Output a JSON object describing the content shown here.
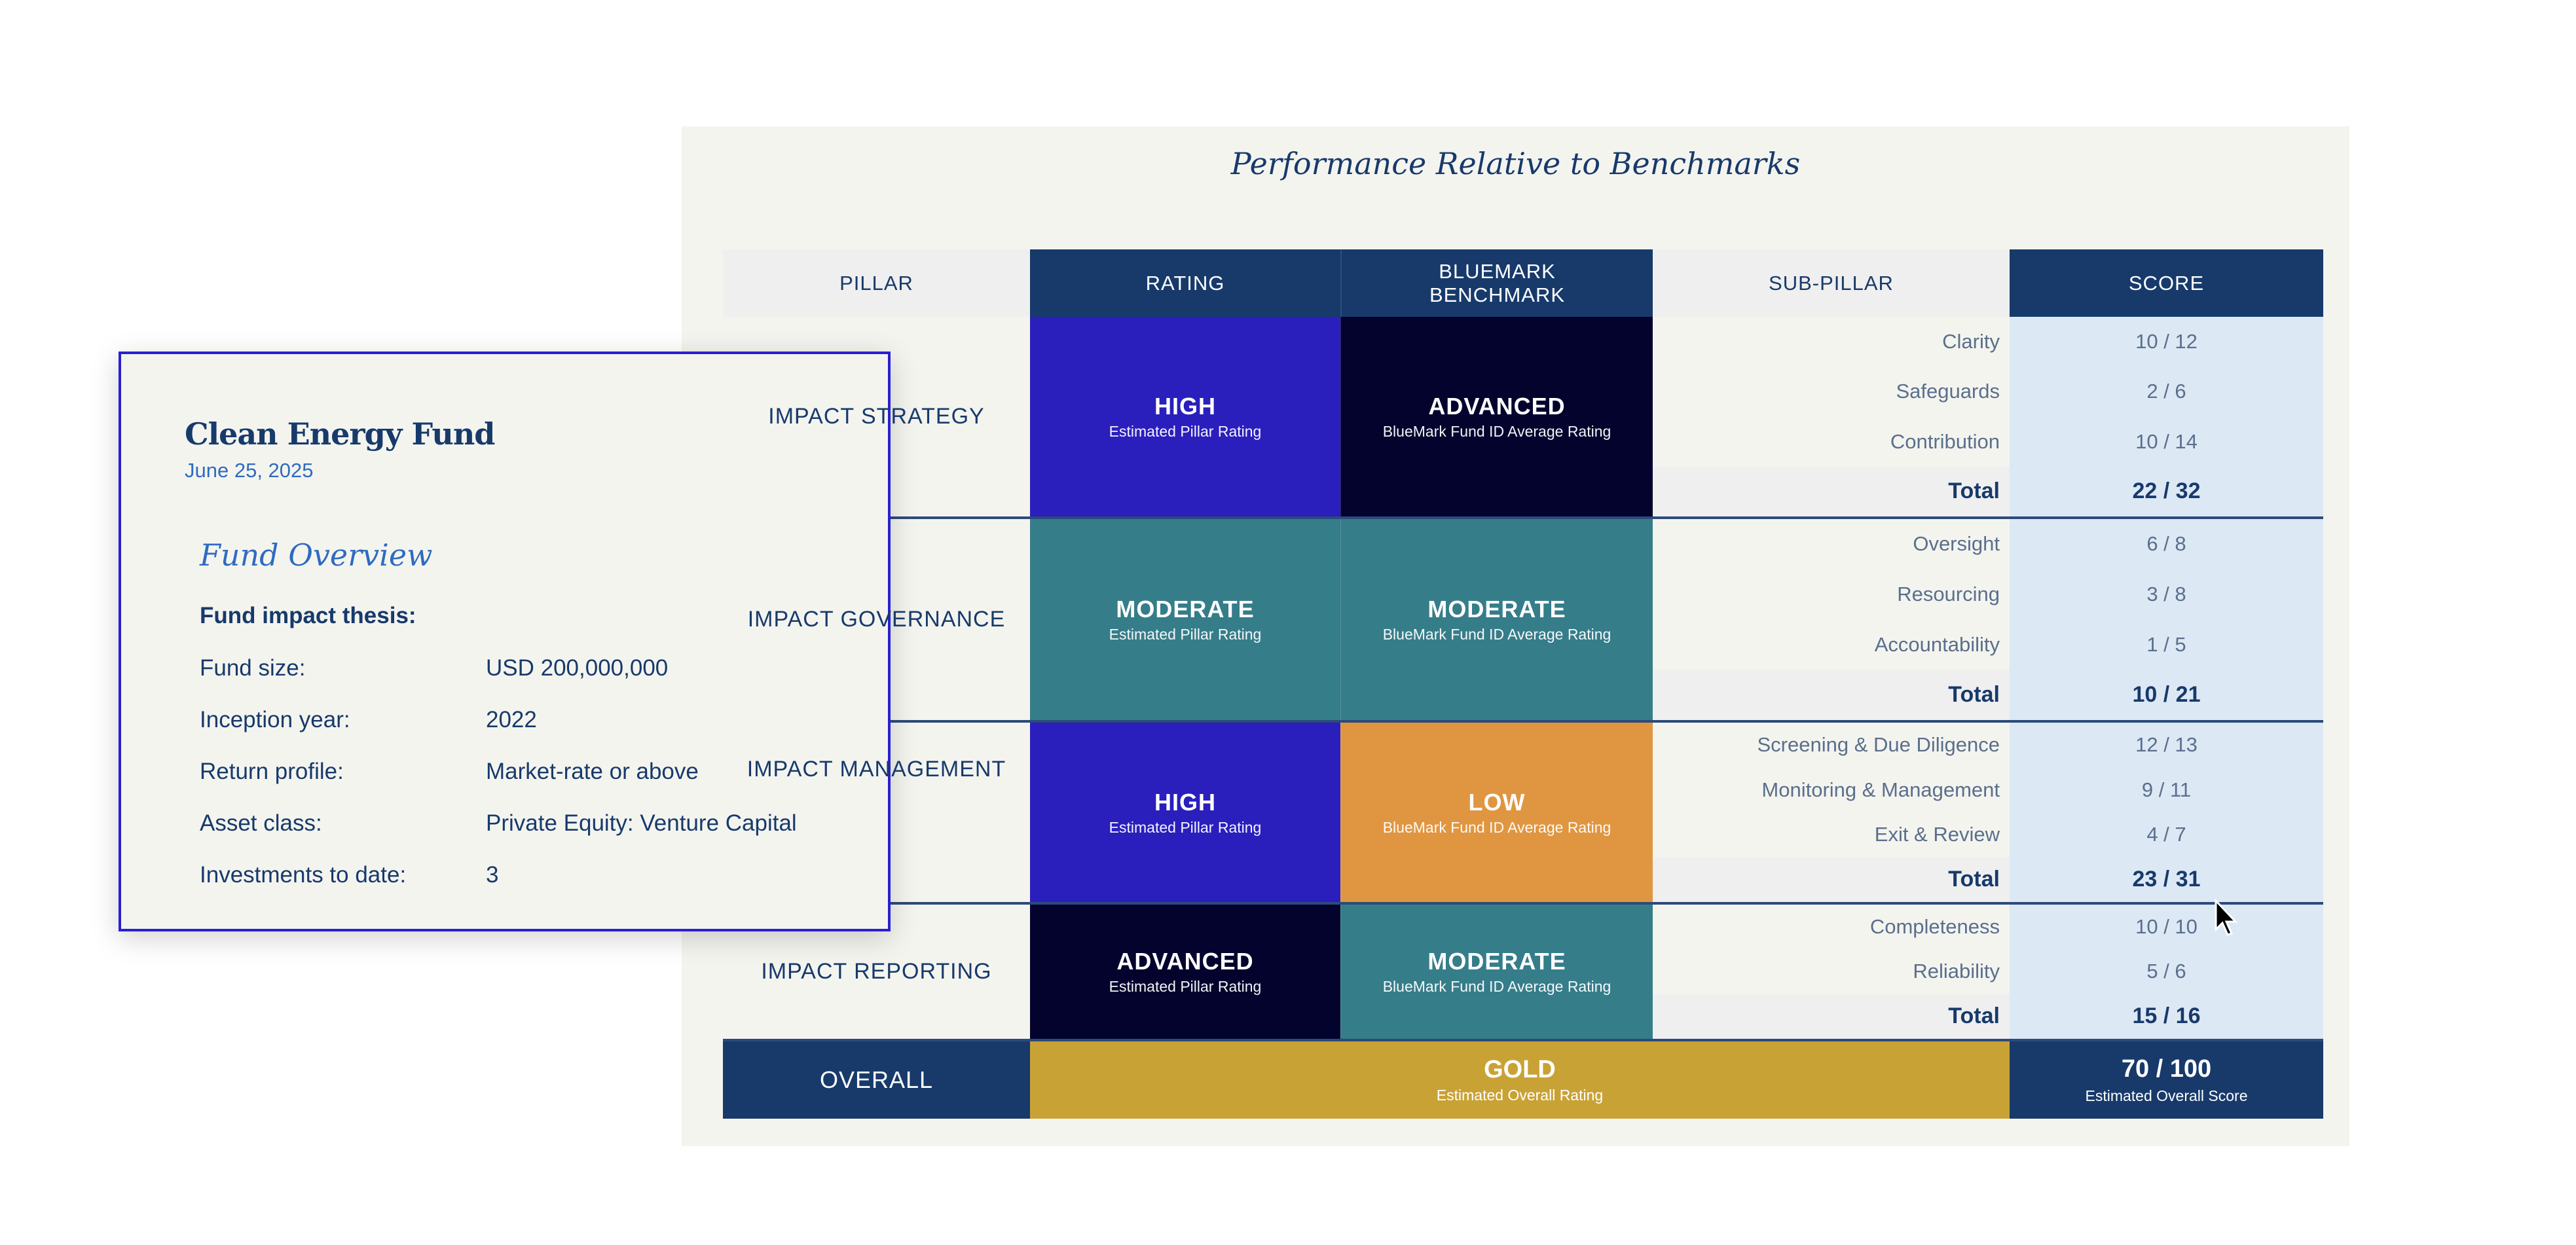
{
  "title": "Performance Relative to Benchmarks",
  "headers": {
    "pillar": "PILLAR",
    "rating": "RATING",
    "benchmark": "BLUEMARK BENCHMARK",
    "subpillar": "SUB-PILLAR",
    "score": "SCORE"
  },
  "colors": {
    "navy": "#173a6b",
    "high": "#2a1fbd",
    "advanced": "#03032e",
    "moderate": "#367d8a",
    "low": "#e09640",
    "gold": "#c9a236",
    "score_bg": "#dde8f5"
  },
  "pillars": [
    {
      "name": "IMPACT STRATEGY",
      "rating": "HIGH",
      "rating_sub": "Estimated Pillar Rating",
      "rating_color": "#2a1fbd",
      "bench": "ADVANCED",
      "bench_sub": "BlueMark Fund ID Average Rating",
      "bench_color": "#03032e",
      "subs": [
        [
          "Clarity",
          "10 / 12"
        ],
        [
          "Safeguards",
          "2 / 6"
        ],
        [
          "Contribution",
          "10 / 14"
        ]
      ],
      "total_label": "Total",
      "total": "22 / 32"
    },
    {
      "name": "IMPACT GOVERNANCE",
      "rating": "MODERATE",
      "rating_sub": "Estimated Pillar Rating",
      "rating_color": "#367d8a",
      "bench": "MODERATE",
      "bench_sub": "BlueMark Fund ID Average Rating",
      "bench_color": "#367d8a",
      "subs": [
        [
          "Oversight",
          "6 / 8"
        ],
        [
          "Resourcing",
          "3 / 8"
        ],
        [
          "Accountability",
          "1 / 5"
        ]
      ],
      "total_label": "Total",
      "total": "10 / 21"
    },
    {
      "name": "IMPACT MANAGEMENT",
      "rating": "HIGH",
      "rating_sub": "Estimated Pillar Rating",
      "rating_color": "#2a1fbd",
      "bench": "LOW",
      "bench_sub": "BlueMark Fund ID Average Rating",
      "bench_color": "#e09640",
      "subs": [
        [
          "Screening & Due Diligence",
          "12 / 13"
        ],
        [
          "Monitoring & Management",
          "9 / 11"
        ],
        [
          "Exit & Review",
          "4 / 7"
        ]
      ],
      "total_label": "Total",
      "total": "23 / 31"
    },
    {
      "name": "IMPACT REPORTING",
      "rating": "ADVANCED",
      "rating_sub": "Estimated Pillar Rating",
      "rating_color": "#03032e",
      "bench": "MODERATE",
      "bench_sub": "BlueMark Fund ID Average Rating",
      "bench_color": "#367d8a",
      "subs": [
        [
          "Completeness",
          "10 / 10"
        ],
        [
          "Reliability",
          "5 / 6"
        ]
      ],
      "total_label": "Total",
      "total": "15 / 16"
    }
  ],
  "overall": {
    "label": "OVERALL",
    "rating": "GOLD",
    "rating_sub": "Estimated Overall Rating",
    "score": "70 / 100",
    "score_sub": "Estimated Overall Score"
  },
  "card": {
    "fund_name": "Clean Energy Fund",
    "date": "June 25, 2025",
    "section": "Fund Overview",
    "thesis_label": "Fund impact thesis:",
    "fields": [
      [
        "Fund size:",
        "USD 200,000,000"
      ],
      [
        "Inception year:",
        "2022"
      ],
      [
        "Return profile:",
        "Market-rate or above"
      ],
      [
        "Asset class:",
        "Private Equity: Venture Capital"
      ],
      [
        "Investments to date:",
        "3"
      ]
    ]
  }
}
